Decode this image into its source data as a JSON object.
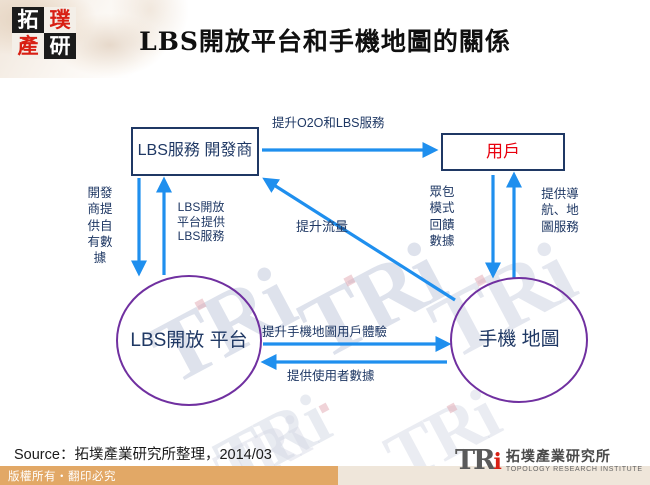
{
  "slide": {
    "title": "LBS開放平台和手機地圖的關係",
    "logo": {
      "cells": [
        "拓",
        "璞",
        "產",
        "研"
      ]
    }
  },
  "colors": {
    "box_border": "#1F3864",
    "circle_border": "#7030A0",
    "arrow": "#1F8FEE",
    "text_navy": "#1F3864",
    "text_red": "#e8000d",
    "copyright_bar": "#e2a866"
  },
  "diagram": {
    "nodes": [
      {
        "id": "dev",
        "label": "LBS服務\n開發商",
        "shape": "box",
        "text_color": "#1F3864"
      },
      {
        "id": "user",
        "label": "用戶",
        "shape": "box",
        "text_color": "#e8000d"
      },
      {
        "id": "platform",
        "label": "LBS開放\n平台",
        "shape": "circle",
        "text_color": "#1F3864"
      },
      {
        "id": "map",
        "label": "手機\n地圖",
        "shape": "circle",
        "text_color": "#1F3864"
      }
    ],
    "edges": [
      {
        "id": "o2o",
        "label": "提升O2O和LBS服務",
        "from": "dev",
        "to": "user",
        "direction": "right"
      },
      {
        "id": "devdata",
        "label": "開發\n商提\n供自\n有數\n據",
        "from": "dev",
        "to": "platform",
        "direction": "down"
      },
      {
        "id": "platsvc",
        "label": "LBS開放\n平台提供\nLBS服務",
        "from": "platform",
        "to": "dev",
        "direction": "up"
      },
      {
        "id": "flow",
        "label": "提升流量",
        "from": "map",
        "to": "dev",
        "direction": "up-left"
      },
      {
        "id": "crowd",
        "label": "眾包\n模式\n回饋\n數據",
        "from": "user",
        "to": "map",
        "direction": "down"
      },
      {
        "id": "nav",
        "label": "提供導\n航、地\n圖服務",
        "from": "map",
        "to": "user",
        "direction": "up"
      },
      {
        "id": "ux",
        "label": "提升手機地圖用戶體驗",
        "from": "platform",
        "to": "map",
        "direction": "right"
      },
      {
        "id": "userdata",
        "label": "提供使用者數據",
        "from": "map",
        "to": "platform",
        "direction": "left"
      }
    ]
  },
  "footer": {
    "source": "Source：拓墣產業研究所整理，2014/03",
    "copyright": "版權所有‧翻印必究",
    "brand_mark": "TR",
    "brand_mark_i": "i",
    "brand_cn": "拓墣產業研究所",
    "brand_en": "TOPOLOGY RESEARCH INSTITUTE"
  },
  "watermark": {
    "text": "TRi"
  }
}
